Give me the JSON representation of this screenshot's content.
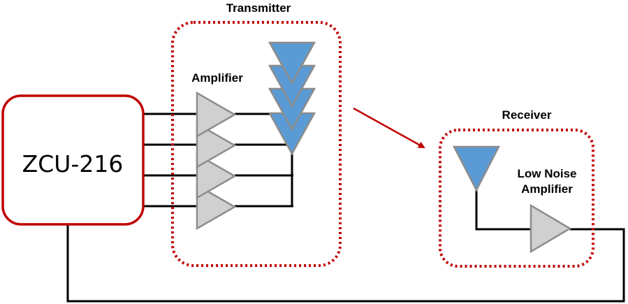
{
  "labels": {
    "board": "ZCU-216",
    "transmitter": "Transmitter",
    "amplifier": "Amplifier",
    "receiver": "Receiver",
    "lna_line1": "Low Noise",
    "lna_line2": "Amplifier"
  },
  "icons": {
    "amplifier": "triangle-right",
    "antenna": "triangle-down"
  },
  "colors": {
    "board_border": "#c00000",
    "group_border": "#c00000",
    "antenna_fill": "#5b9bd5",
    "amplifier_fill": "#d0d0d0",
    "shape_stroke": "#8c8c8c",
    "wire": "#000000",
    "arrow": "#c00000"
  }
}
